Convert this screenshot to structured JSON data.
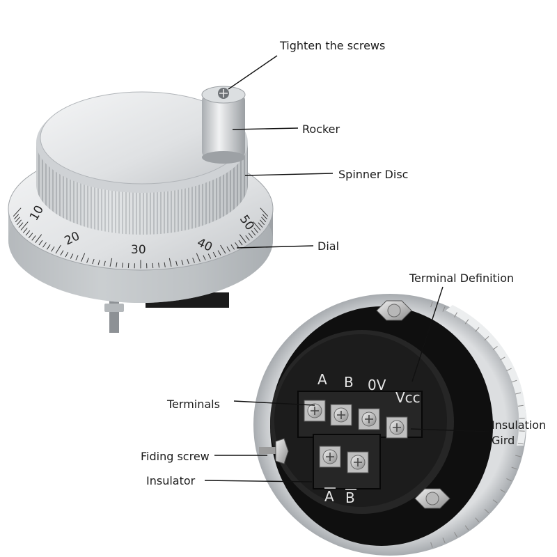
{
  "callouts": {
    "tighten_screws": "Tighten the screws",
    "rocker": "Rocker",
    "spinner_disc": "Spinner Disc",
    "dial": "Dial",
    "terminal_definition": "Terminal Definition",
    "terminals": "Terminals",
    "insulation_grid_line1": "Insulation",
    "insulation_grid_line2": "Gird",
    "fiding_screw": "Fiding screw",
    "insulator": "Insulator"
  },
  "dial_scale": {
    "n10": "10",
    "n20": "20",
    "n30": "30",
    "n40": "40",
    "n50": "50"
  },
  "terminal_labels": {
    "a": "A",
    "b": "B",
    "ov": "0V",
    "vcc": "Vcc",
    "a_bar": "A",
    "b_bar": "B"
  },
  "colors": {
    "metal_light": "#e9ebed",
    "metal_mid": "#c6c9cc",
    "metal_dark": "#8c9094",
    "black_body": "#151515",
    "terminal_block": "#1e1e1e"
  }
}
